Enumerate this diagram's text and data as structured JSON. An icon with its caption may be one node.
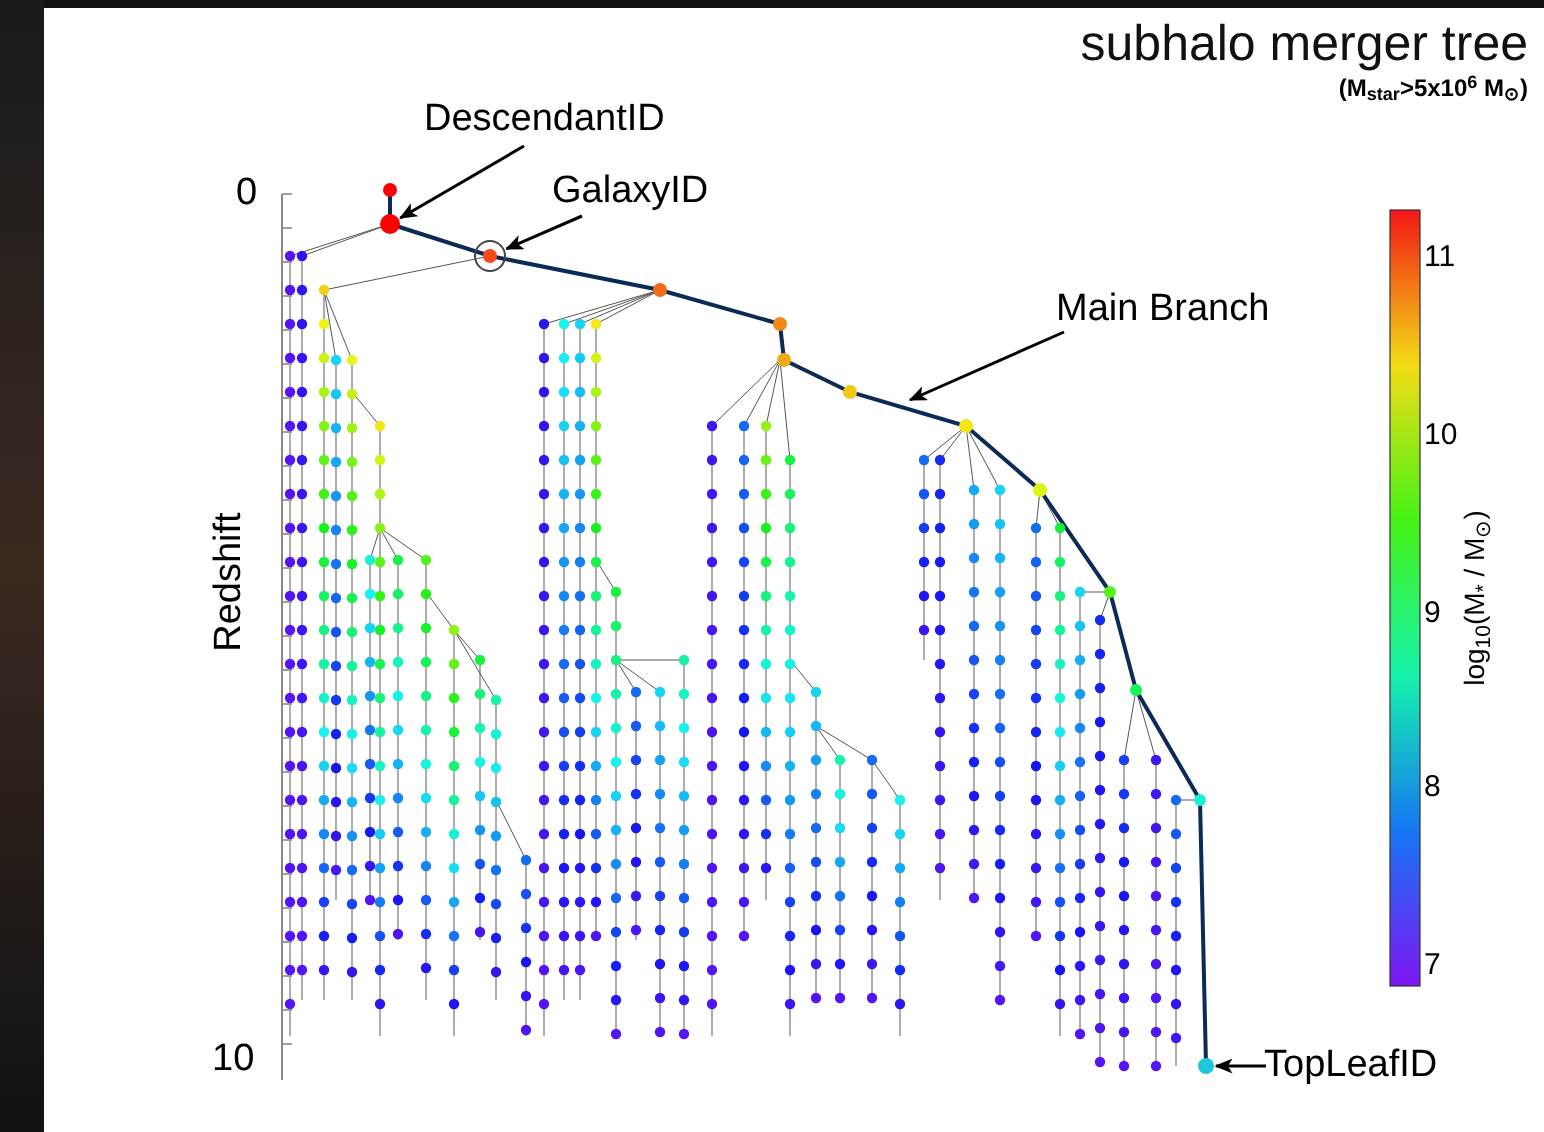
{
  "diagram": {
    "title": "subhalo merger tree",
    "nodes": [
      {
        "text": [
          "DescendantID"
        ]
      },
      {
        "text": [],
        "shape": "circle"
      },
      {
        "text": [
          "GalaxyID"
        ]
      },
      {
        "text": [],
        "shape": "circle"
      },
      {
        "text": [
          "Main Branch"
        ]
      },
      {
        "text": [
          "TopLeafID"
        ]
      },
      {
        "text": [],
        "shape": "circle"
      }
    ],
    "edges": [
      {
        "from": 0,
        "to": 1,
        "arrow": "to"
      },
      {
        "from": 2,
        "to": 3,
        "arrow": "to"
      },
      {
        "from": 4,
        "to": null,
        "arrow": "to"
      },
      {
        "from": 5,
        "to": 6,
        "arrow": "to"
      }
    ],
    "labels": [
      "(M$_{star}$>5x10$^{6}$ M$_{⊙}$)",
      "0",
      "10",
      "Redshift",
      "11",
      "10",
      "9",
      "8",
      "7",
      "log$_{10}$(M$_{*}$ / M$_{⊙}$)"
    ]
  }
}
